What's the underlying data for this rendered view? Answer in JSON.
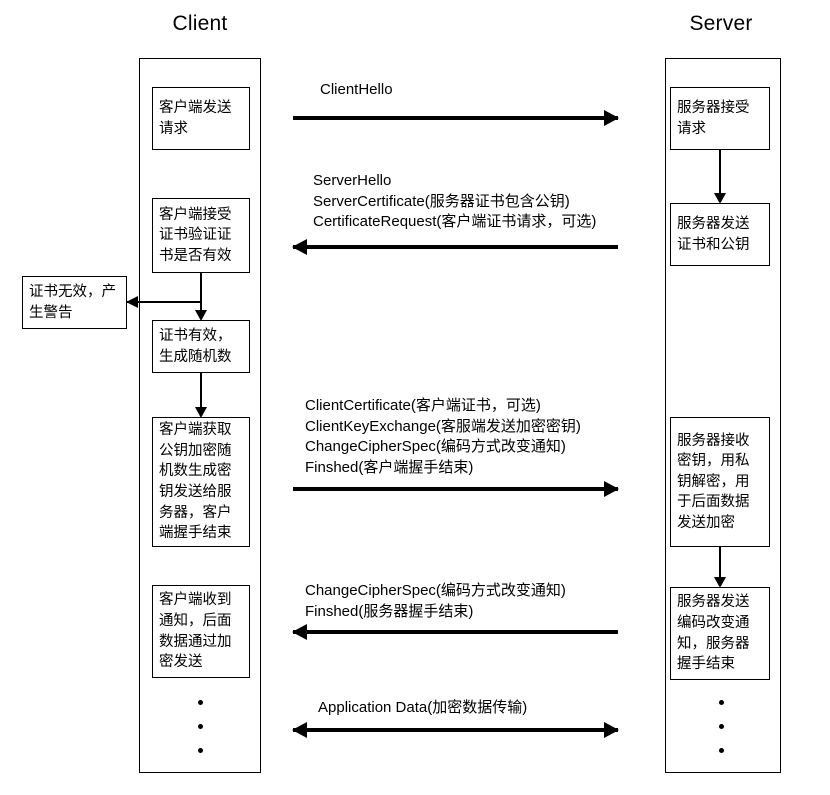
{
  "diagram": {
    "title_client": "Client",
    "title_server": "Server"
  },
  "client": {
    "steps": [
      {
        "id": "client-send-request",
        "text": "客户端发送请求"
      },
      {
        "id": "client-verify-cert",
        "text": "客户端接受证书验证证书是否有效"
      },
      {
        "id": "cert-invalid",
        "text": "证书无效，产生警告"
      },
      {
        "id": "cert-valid",
        "text": "证书有效，生成随机数"
      },
      {
        "id": "client-encrypt-key",
        "text": "客户端获取公钥加密随机数生成密钥发送给服务器，客户端握手结束"
      },
      {
        "id": "client-receive-notice",
        "text": "客户端收到通知，后面数据通过加密发送"
      }
    ]
  },
  "server": {
    "steps": [
      {
        "id": "server-accept-request",
        "text": "服务器接受请求"
      },
      {
        "id": "server-send-cert",
        "text": "服务器发送证书和公钥"
      },
      {
        "id": "server-receive-key",
        "text": "服务器接收密钥，用私钥解密，用于后面数据发送加密"
      },
      {
        "id": "server-send-changecipher",
        "text": "服务器发送编码改变通知，服务器握手结束"
      }
    ]
  },
  "messages": [
    {
      "id": "client-hello",
      "direction": "right",
      "lines": [
        "ClientHello"
      ]
    },
    {
      "id": "server-hello-group",
      "direction": "left",
      "lines": [
        "ServerHello",
        "ServerCertificate(服务器证书包含公钥)",
        "CertificateRequest(客户端证书请求，可选)"
      ]
    },
    {
      "id": "client-key-exchange-group",
      "direction": "right",
      "lines": [
        "ClientCertificate(客户端证书，可选)",
        "ClientKeyExchange(客服端发送加密密钥)",
        "ChangeCipherSpec(编码方式改变通知)",
        "Finshed(客户端握手结束)"
      ]
    },
    {
      "id": "server-finished-group",
      "direction": "left",
      "lines": [
        "ChangeCipherSpec(编码方式改变通知)",
        "Finshed(服务器握手结束)"
      ]
    },
    {
      "id": "application-data",
      "direction": "both",
      "lines": [
        "Application Data(加密数据传输)"
      ]
    }
  ],
  "colors": {
    "stroke": "#000000",
    "background": "#ffffff"
  }
}
